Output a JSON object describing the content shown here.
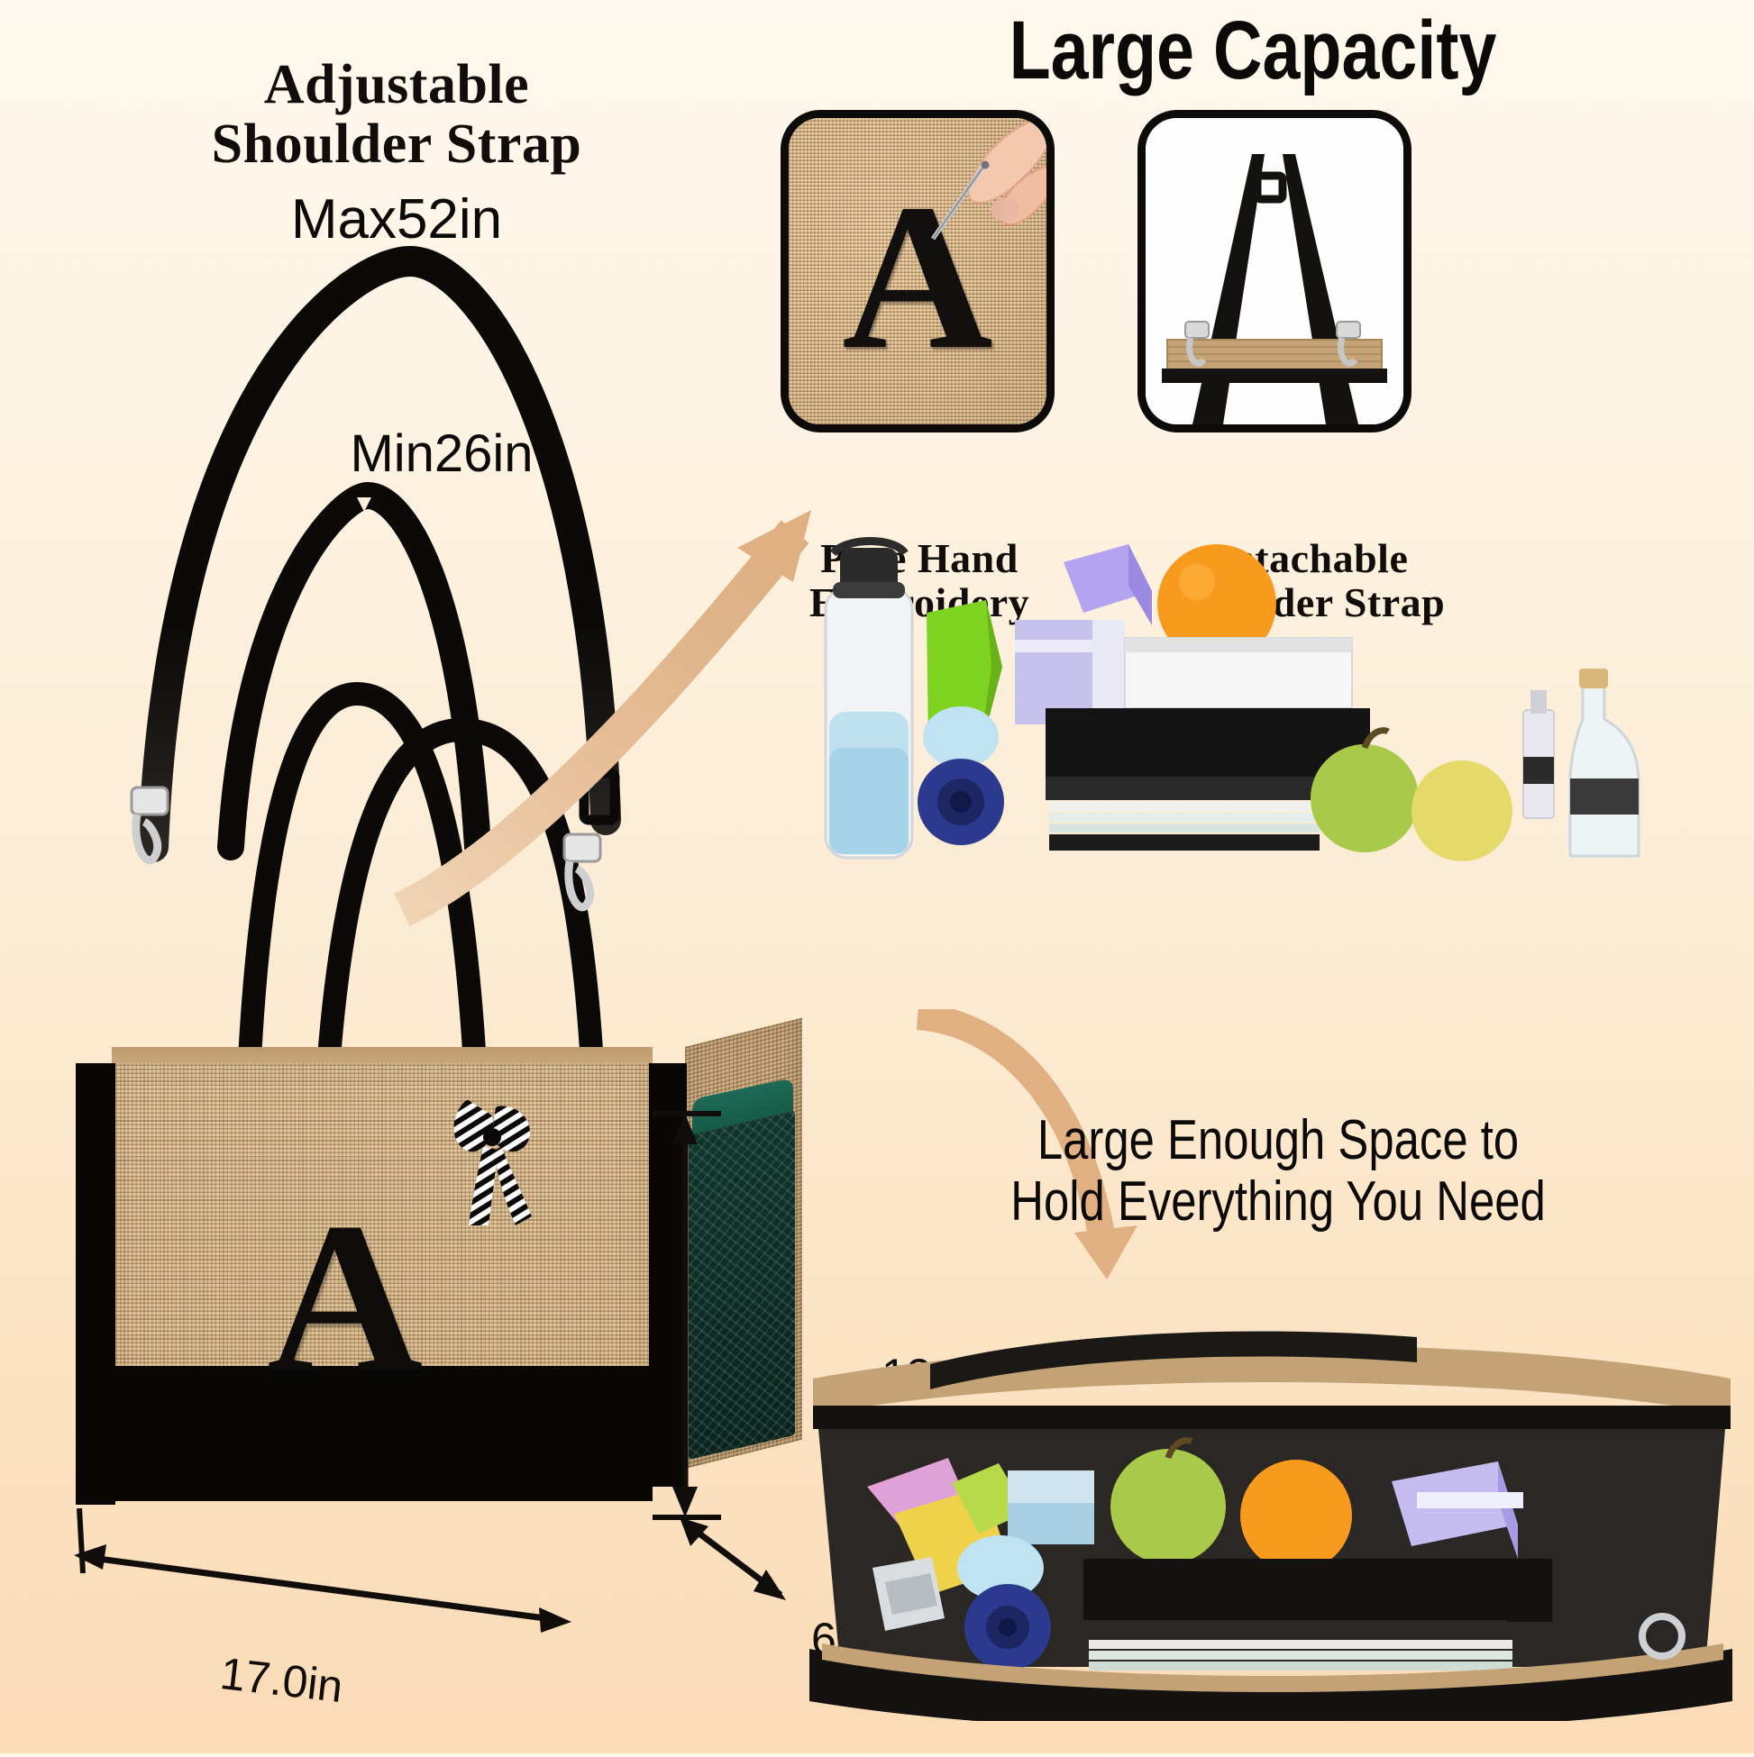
{
  "page": {
    "background_top_color": "#FEF8EE",
    "background_bottom_color": "#FADCB6",
    "accent_arrow_color": "#E0B584"
  },
  "left_section": {
    "heading_line1": "Adjustable",
    "heading_line2": "Shoulder Strap",
    "max_length_label": "Max52in",
    "min_length_label": "Min26in",
    "monogram_letter": "A",
    "dimensions": {
      "height": "13.2in",
      "width": "17.0in",
      "depth": "6.7in"
    }
  },
  "right_section": {
    "title": "Large Capacity",
    "features": [
      {
        "id": "pure-hand-embroidery",
        "caption_line1": "Pure Hand",
        "caption_line2": "Embroidery",
        "panel_letter": "A",
        "panel_background": "burlap"
      },
      {
        "id": "detachable-shoulder-strap",
        "caption_line1": "Detachable",
        "caption_line2": "Shoulder Strap",
        "panel_background": "white"
      }
    ],
    "capacity_caption_line1": "Large Enough Space to",
    "capacity_caption_line2": "Hold Everything You Need"
  },
  "icons": {
    "arrow_up_right": "curved-arrow-up-right-icon",
    "arrow_down_right": "curved-arrow-down-right-icon",
    "dimension_arrow_vertical": "dimension-arrow-vertical-icon",
    "dimension_arrow_width": "dimension-arrow-width-icon",
    "dimension_arrow_depth": "dimension-arrow-depth-icon"
  },
  "colors": {
    "burlap": "#c9a477",
    "black_trim": "#0a0908",
    "bottle_pocket_green": "#10352b",
    "arrow_tan": "#E0B584"
  }
}
